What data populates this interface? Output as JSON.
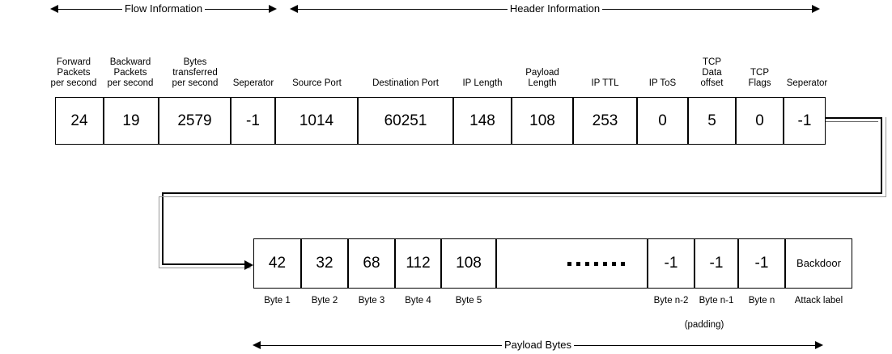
{
  "spans": {
    "flow": {
      "label": "Flow Information"
    },
    "header": {
      "label": "Header Information"
    },
    "payload": {
      "label": "Payload Bytes"
    }
  },
  "record_row": {
    "fields": [
      {
        "caption": "Forward\nPackets\nper second",
        "value": "24"
      },
      {
        "caption": "Backward\nPackets\nper second",
        "value": "19"
      },
      {
        "caption": "Bytes\ntransferred\nper second",
        "value": "2579"
      },
      {
        "caption": "Seperator",
        "value": "-1"
      },
      {
        "caption": "Source Port",
        "value": "1014"
      },
      {
        "caption": "Destination Port",
        "value": "60251"
      },
      {
        "caption": "IP Length",
        "value": "148"
      },
      {
        "caption": "Payload\nLength",
        "value": "108"
      },
      {
        "caption": "IP TTL",
        "value": "253"
      },
      {
        "caption": "IP ToS",
        "value": "0"
      },
      {
        "caption": "TCP\nData\noffset",
        "value": "5"
      },
      {
        "caption": "TCP\nFlags",
        "value": "0"
      },
      {
        "caption": "Seperator",
        "value": "-1"
      }
    ]
  },
  "payload_row": {
    "fields": [
      {
        "value": "42",
        "caption": "Byte 1"
      },
      {
        "value": "32",
        "caption": "Byte 2"
      },
      {
        "value": "68",
        "caption": "Byte 3"
      },
      {
        "value": "112",
        "caption": "Byte 4"
      },
      {
        "value": "108",
        "caption": "Byte 5"
      },
      {
        "value": "",
        "caption": ""
      },
      {
        "value": "-1",
        "caption": "Byte n-2"
      },
      {
        "value": "-1",
        "caption": "Byte n-1"
      },
      {
        "value": "-1",
        "caption": "Byte n"
      },
      {
        "value": "Backdoor",
        "caption": "Attack label"
      }
    ],
    "ellipsis_dot_count": 7,
    "padding_note": "(padding)"
  },
  "colors": {
    "stroke": "#000000",
    "background": "#ffffff"
  }
}
